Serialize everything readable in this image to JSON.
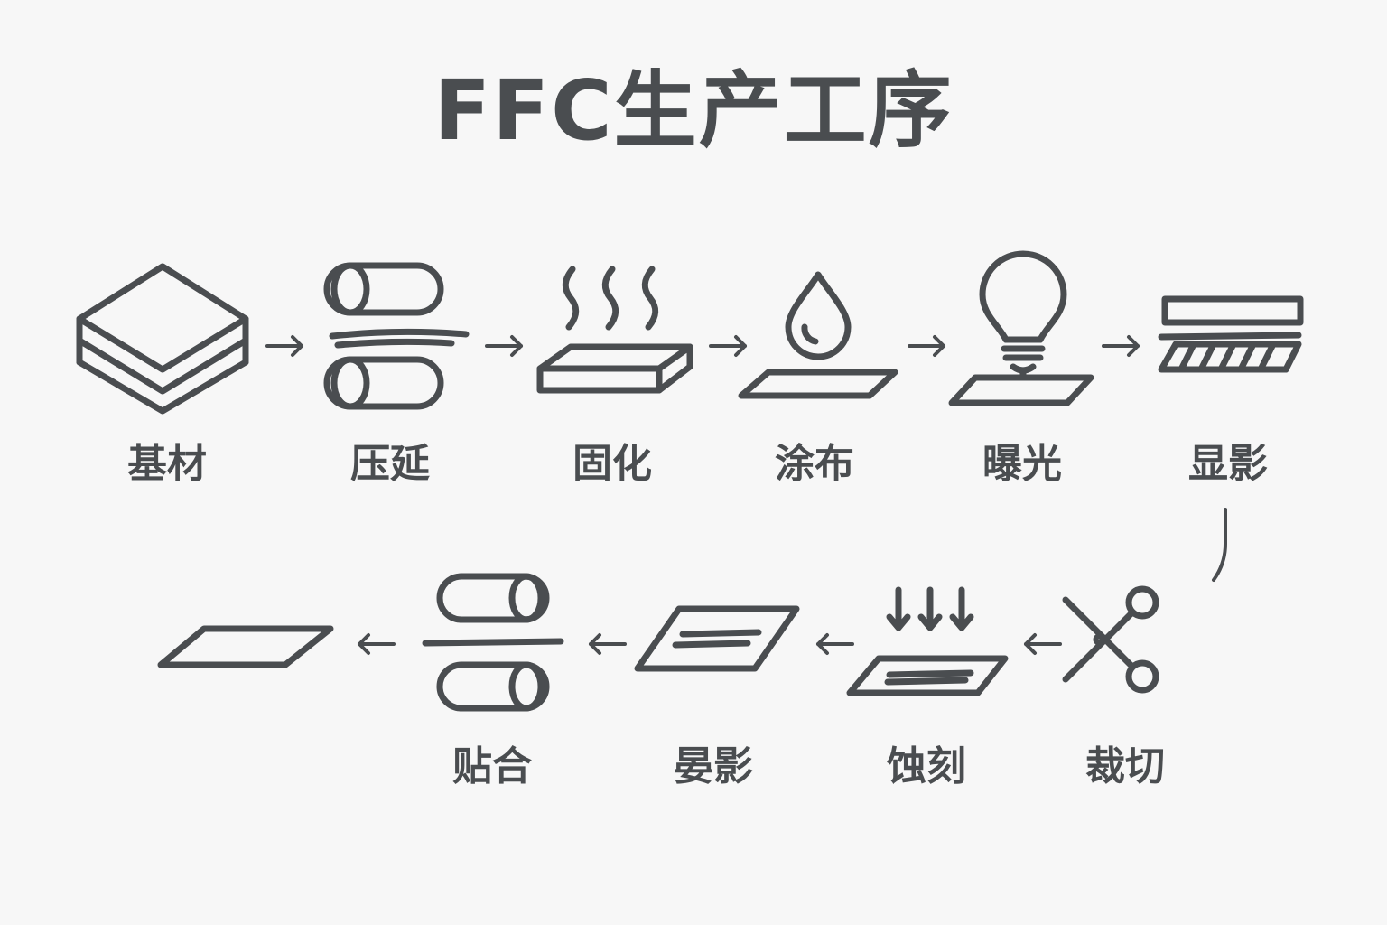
{
  "title": "FFC生产工序",
  "steps": [
    {
      "label": "基材",
      "icon": "stacked-sheets-icon"
    },
    {
      "label": "压延",
      "icon": "calender-rollers-icon"
    },
    {
      "label": "固化",
      "icon": "heated-plate-icon"
    },
    {
      "label": "涂布",
      "icon": "droplet-coating-icon"
    },
    {
      "label": "曝光",
      "icon": "light-bulb-icon"
    },
    {
      "label": "显影",
      "icon": "developing-plate-icon"
    },
    {
      "label": "裁切",
      "icon": "scissors-icon"
    },
    {
      "label": "蚀刻",
      "icon": "etching-arrows-icon"
    },
    {
      "label": "晏影",
      "icon": "patterned-sheet-icon"
    },
    {
      "label": "贴合",
      "icon": "laminating-rollers-icon"
    },
    {
      "label": "",
      "icon": "finished-film-icon"
    }
  ],
  "colors": {
    "stroke": "#4a4d50",
    "background": "#f7f7f7"
  }
}
